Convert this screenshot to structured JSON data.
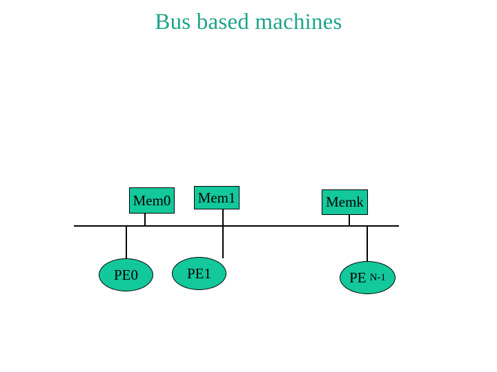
{
  "slide": {
    "title": "Bus based machines",
    "title_color": "#1da38a",
    "background_color": "#ffffff"
  },
  "theme": {
    "node_fill": "#13c89b",
    "node_stroke": "#000000",
    "wire_color": "#000000"
  },
  "diagram": {
    "type": "bus-architecture",
    "memories": [
      {
        "id": "mem0",
        "label": "Mem0"
      },
      {
        "id": "mem1",
        "label": "Mem1"
      },
      {
        "id": "memk",
        "label": "Memk"
      }
    ],
    "processing_elements": [
      {
        "id": "pe0",
        "label": "PE0",
        "subscript": ""
      },
      {
        "id": "pe1",
        "label": "PE1",
        "subscript": ""
      },
      {
        "id": "pen-1",
        "label": "PE",
        "subscript": "N-1"
      }
    ]
  }
}
